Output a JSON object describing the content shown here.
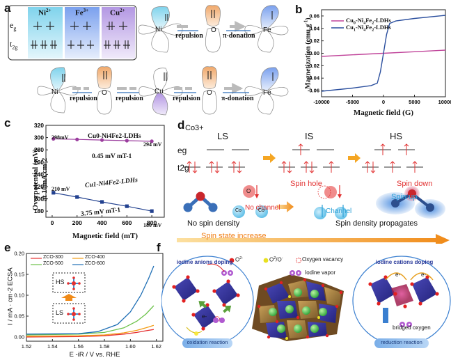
{
  "panel_labels": {
    "a": "a",
    "b": "b",
    "c": "c",
    "d": "d",
    "e": "e",
    "f": "f"
  },
  "panel_a": {
    "ions": [
      "Ni2+",
      "Fe3+",
      "Cu2+"
    ],
    "ion_parts": [
      {
        "base": "Ni",
        "sup": "2+"
      },
      {
        "base": "Fe",
        "sup": "3+"
      },
      {
        "base": "Cu",
        "sup": "2+"
      }
    ],
    "eg_label": {
      "base": "e",
      "sub": "g"
    },
    "t2g_label": {
      "base": "t",
      "sub": "2g"
    },
    "top_chain": {
      "atoms": [
        "Ni",
        "O",
        "Fe"
      ],
      "bonds": [
        "repulsion",
        "π-donation"
      ]
    },
    "bottom_chain": {
      "atoms": [
        "Ni",
        "O",
        "Cu",
        "O",
        "Fe"
      ],
      "bonds": [
        "repulsion",
        "repulsion",
        "repulsion",
        "π-donation"
      ]
    }
  },
  "panel_b": {
    "legend": [
      "Cu0-Ni4Fe2-LDHs",
      "Cu1-Ni4Fe2-LDHs"
    ],
    "legend_parts": [
      [
        {
          "t": "Cu",
          "s": "0"
        },
        {
          "t": "-Ni",
          "s": "4"
        },
        {
          "t": "Fe",
          "s": "2"
        },
        {
          "t": "-LDHs",
          "s": ""
        }
      ],
      [
        {
          "t": "Cu",
          "s": "1"
        },
        {
          "t": "-Ni",
          "s": "4"
        },
        {
          "t": "Fe",
          "s": "2"
        },
        {
          "t": "-LDHs",
          "s": ""
        }
      ]
    ],
    "ylabel": "Magnetization (emu g-1)",
    "ylabel_main": "Magnetization (emu g",
    "ylabel_sup": "-1",
    "ylabel_end": ")",
    "xlabel": "Magnetic field (G)",
    "xticks": [
      "-10000",
      "-5000",
      "0",
      "5000",
      "10000"
    ],
    "yticks": [
      "0.06",
      "0.04",
      "0.02",
      "0.00",
      "-0.02",
      "-0.04",
      "-0.06"
    ]
  },
  "panel_c": {
    "ylabel_line1": "Overpotential (mV)",
    "ylabel_line2": "at 10mA cm-2",
    "xlabel": "Magnetic field (mT)",
    "xticks": [
      "0",
      "200",
      "400",
      "600",
      "800"
    ],
    "yticks": [
      "320",
      "300",
      "280",
      "260",
      "240",
      "220",
      "200",
      "180"
    ],
    "series_labels": [
      "Cu0-Ni4Fe2-LDHs",
      "Cu1-Ni4Fe2-LDHs"
    ],
    "slope_labels": [
      "0.45 mV mT-1",
      "3.75 mV mT-1"
    ],
    "point_labels": [
      "298mV",
      "294 mV",
      "210 mV",
      "180 mV"
    ]
  },
  "panel_d": {
    "co_label": "Co3+",
    "states": [
      "LS",
      "IS",
      "HS"
    ],
    "eg": "eg",
    "t2g": "t2g",
    "spin_hole": "Spin hole",
    "spin_down": "Spin down",
    "spin_up": "Spin up",
    "no_channel": "No channel",
    "channel": "Channel",
    "no_spin_density": "No spin density",
    "spin_density_propagates": "Spin density propagates",
    "spin_state_increase": "Spin state increase",
    "atom_O": "O",
    "atom_Co": "Co"
  },
  "panel_e": {
    "ylabel": "I / mA · cm-2 ECSA",
    "xlabel": "E -iR / V vs. RHE",
    "legend": [
      "ZCO-300",
      "ZCO-400",
      "ZCO-500",
      "ZCO-600"
    ],
    "xticks": [
      "1.52",
      "1.54",
      "1.56",
      "1.58",
      "1.60",
      "1.62"
    ],
    "yticks": [
      "0.00",
      "0.05",
      "0.10",
      "0.15",
      "0.20"
    ],
    "hs": "HS",
    "ls": "LS",
    "colors": [
      "#e53030",
      "#f39c12",
      "#6cc24a",
      "#1f6fb5"
    ]
  },
  "panel_f": {
    "legend": [
      "O2-",
      "O2/O-",
      "Oxygen vacancy"
    ],
    "legend_parts": [
      [
        {
          "t": "O",
          "s": "2-"
        }
      ],
      [
        {
          "t": "O",
          "s": "2",
          "sub": true
        },
        {
          "t": "/O",
          "s": "-"
        }
      ],
      [
        {
          "t": "Oxygen vacancy",
          "s": ""
        }
      ]
    ],
    "iodine_vapor": "Iodine vapor",
    "left_title": "iodine anions doping",
    "right_title": "iodine cations doping",
    "left_reaction": "oxidation reaction",
    "right_reaction": "reduction reaction",
    "bridged_oxygen": "bridged oxygen",
    "electron": "e-"
  },
  "chart_data": [
    {
      "type": "line",
      "title": "",
      "xlabel": "Magnetic field (G)",
      "ylabel": "Magnetization (emu g-1)",
      "xlim": [
        -10000,
        10000
      ],
      "ylim": [
        -0.07,
        0.07
      ],
      "series": [
        {
          "name": "Cu0-Ni4Fe2-LDHs",
          "x": [
            -10000,
            -5000,
            0,
            5000,
            10000
          ],
          "y": [
            -0.005,
            -0.0025,
            0.0,
            0.0025,
            0.005
          ]
        },
        {
          "name": "Cu1-Ni4Fe2-LDHs",
          "x": [
            -10000,
            -5000,
            -2000,
            -1000,
            -500,
            0,
            500,
            1000,
            2000,
            5000,
            10000
          ],
          "y": [
            -0.061,
            -0.056,
            -0.052,
            -0.048,
            -0.03,
            0.0,
            0.03,
            0.048,
            0.052,
            0.056,
            0.061
          ]
        }
      ]
    },
    {
      "type": "line",
      "title": "",
      "xlabel": "Magnetic field (mT)",
      "ylabel": "Overpotential (mV) at 10mA cm-2",
      "xlim": [
        -50,
        900
      ],
      "ylim": [
        170,
        320
      ],
      "series": [
        {
          "name": "Cu0-Ni4Fe2-LDHs",
          "x": [
            10,
            200,
            400,
            600,
            800
          ],
          "y": [
            298,
            297,
            296,
            295,
            294
          ]
        },
        {
          "name": "Cu1-Ni4Fe2-LDHs",
          "x": [
            10,
            200,
            400,
            600,
            800
          ],
          "y": [
            210,
            203,
            195,
            188,
            180
          ]
        }
      ]
    },
    {
      "type": "line",
      "title": "",
      "xlabel": "E -iR / V vs. RHE",
      "ylabel": "I / mA · cm-2 ECSA",
      "xlim": [
        1.52,
        1.625
      ],
      "ylim": [
        -0.01,
        0.2
      ],
      "series": [
        {
          "name": "ZCO-300",
          "x": [
            1.52,
            1.56,
            1.58,
            1.595,
            1.605,
            1.612,
            1.618
          ],
          "y": [
            0.0,
            0.001,
            0.003,
            0.007,
            0.011,
            0.015,
            0.018
          ]
        },
        {
          "name": "ZCO-400",
          "x": [
            1.52,
            1.56,
            1.58,
            1.595,
            1.605,
            1.612,
            1.618
          ],
          "y": [
            0.002,
            0.003,
            0.005,
            0.01,
            0.016,
            0.022,
            0.028
          ]
        },
        {
          "name": "ZCO-500",
          "x": [
            1.52,
            1.56,
            1.58,
            1.595,
            1.605,
            1.612,
            1.618
          ],
          "y": [
            0.005,
            0.007,
            0.011,
            0.022,
            0.038,
            0.055,
            0.075
          ]
        },
        {
          "name": "ZCO-600",
          "x": [
            1.52,
            1.56,
            1.575,
            1.59,
            1.6,
            1.608,
            1.614,
            1.618
          ],
          "y": [
            0.007,
            0.008,
            0.013,
            0.03,
            0.06,
            0.1,
            0.14,
            0.17
          ]
        }
      ]
    }
  ]
}
